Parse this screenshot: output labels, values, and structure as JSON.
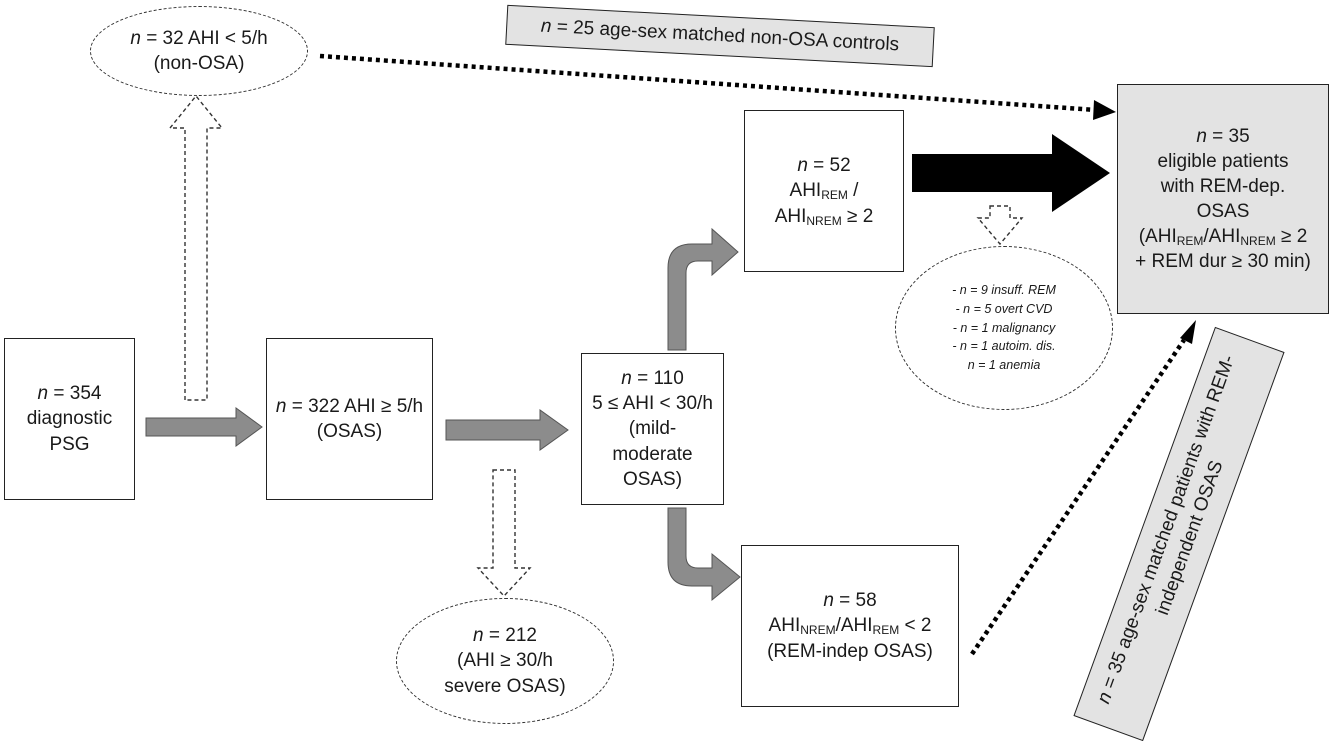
{
  "nodes": {
    "diagnostic": {
      "n": "n",
      "value": "= 354",
      "line2": "diagnostic",
      "line3": "PSG"
    },
    "osas": {
      "n": "n",
      "value": "= 322 AHI ≥ 5/h",
      "line2": "(OSAS)"
    },
    "mild": {
      "n": "n",
      "value": "= 110",
      "line2": "5 ≤ AHI < 30/h",
      "line3": "(mild-",
      "line4": "moderate",
      "line5": "OSAS)"
    },
    "remdep52": {
      "n": "n",
      "value": "= 52",
      "ahi": "AHI",
      "rem_sub": "REM",
      "slash": " /",
      "ahi2": "AHI",
      "nrem_sub": "NREM",
      "ge2": " ≥ 2"
    },
    "remindep58": {
      "n": "n",
      "value": "= 58",
      "ahi": "AHI",
      "nrem_sub": "NREM",
      "slash": "/AHI",
      "rem_sub": "REM",
      "lt2": " < 2",
      "line3": "(REM-indep OSAS)"
    },
    "eligible": {
      "n": "n",
      "value": "= 35",
      "line2": "eligible patients",
      "line3": "with REM-dep.",
      "line4": "OSAS",
      "ahi_open": "(AHI",
      "rem_sub": "REM",
      "mid": "/AHI",
      "nrem_sub": "NREM",
      "ge2": " ≥ 2",
      "line6": "+ REM dur ≥ 30 min)"
    },
    "nonosa": {
      "n": "n",
      "value": "= 32 AHI < 5/h",
      "line2": "(non-OSA)"
    },
    "severe": {
      "n": "n",
      "value": "= 212",
      "line2": "(AHI ≥ 30/h",
      "line3": "severe OSAS)"
    },
    "exclusions": {
      "items": [
        "- n = 9 insuff. REM",
        "- n = 5 overt CVD",
        "- n = 1 malignancy",
        "- n = 1 autoim. dis.",
        "n = 1 anemia"
      ]
    }
  },
  "banners": {
    "controls": {
      "n": "n",
      "text": "= 25 age-sex matched non-OSA controls"
    },
    "matched": {
      "n": "n",
      "text1": "= 35 age-sex matched patients with REM-",
      "text2": "independent OSAS"
    }
  },
  "colors": {
    "fill_grey": "#e3e3e3",
    "arrow_grey": "#8c8c8c",
    "arrow_black": "#000000",
    "stroke": "#222222"
  }
}
